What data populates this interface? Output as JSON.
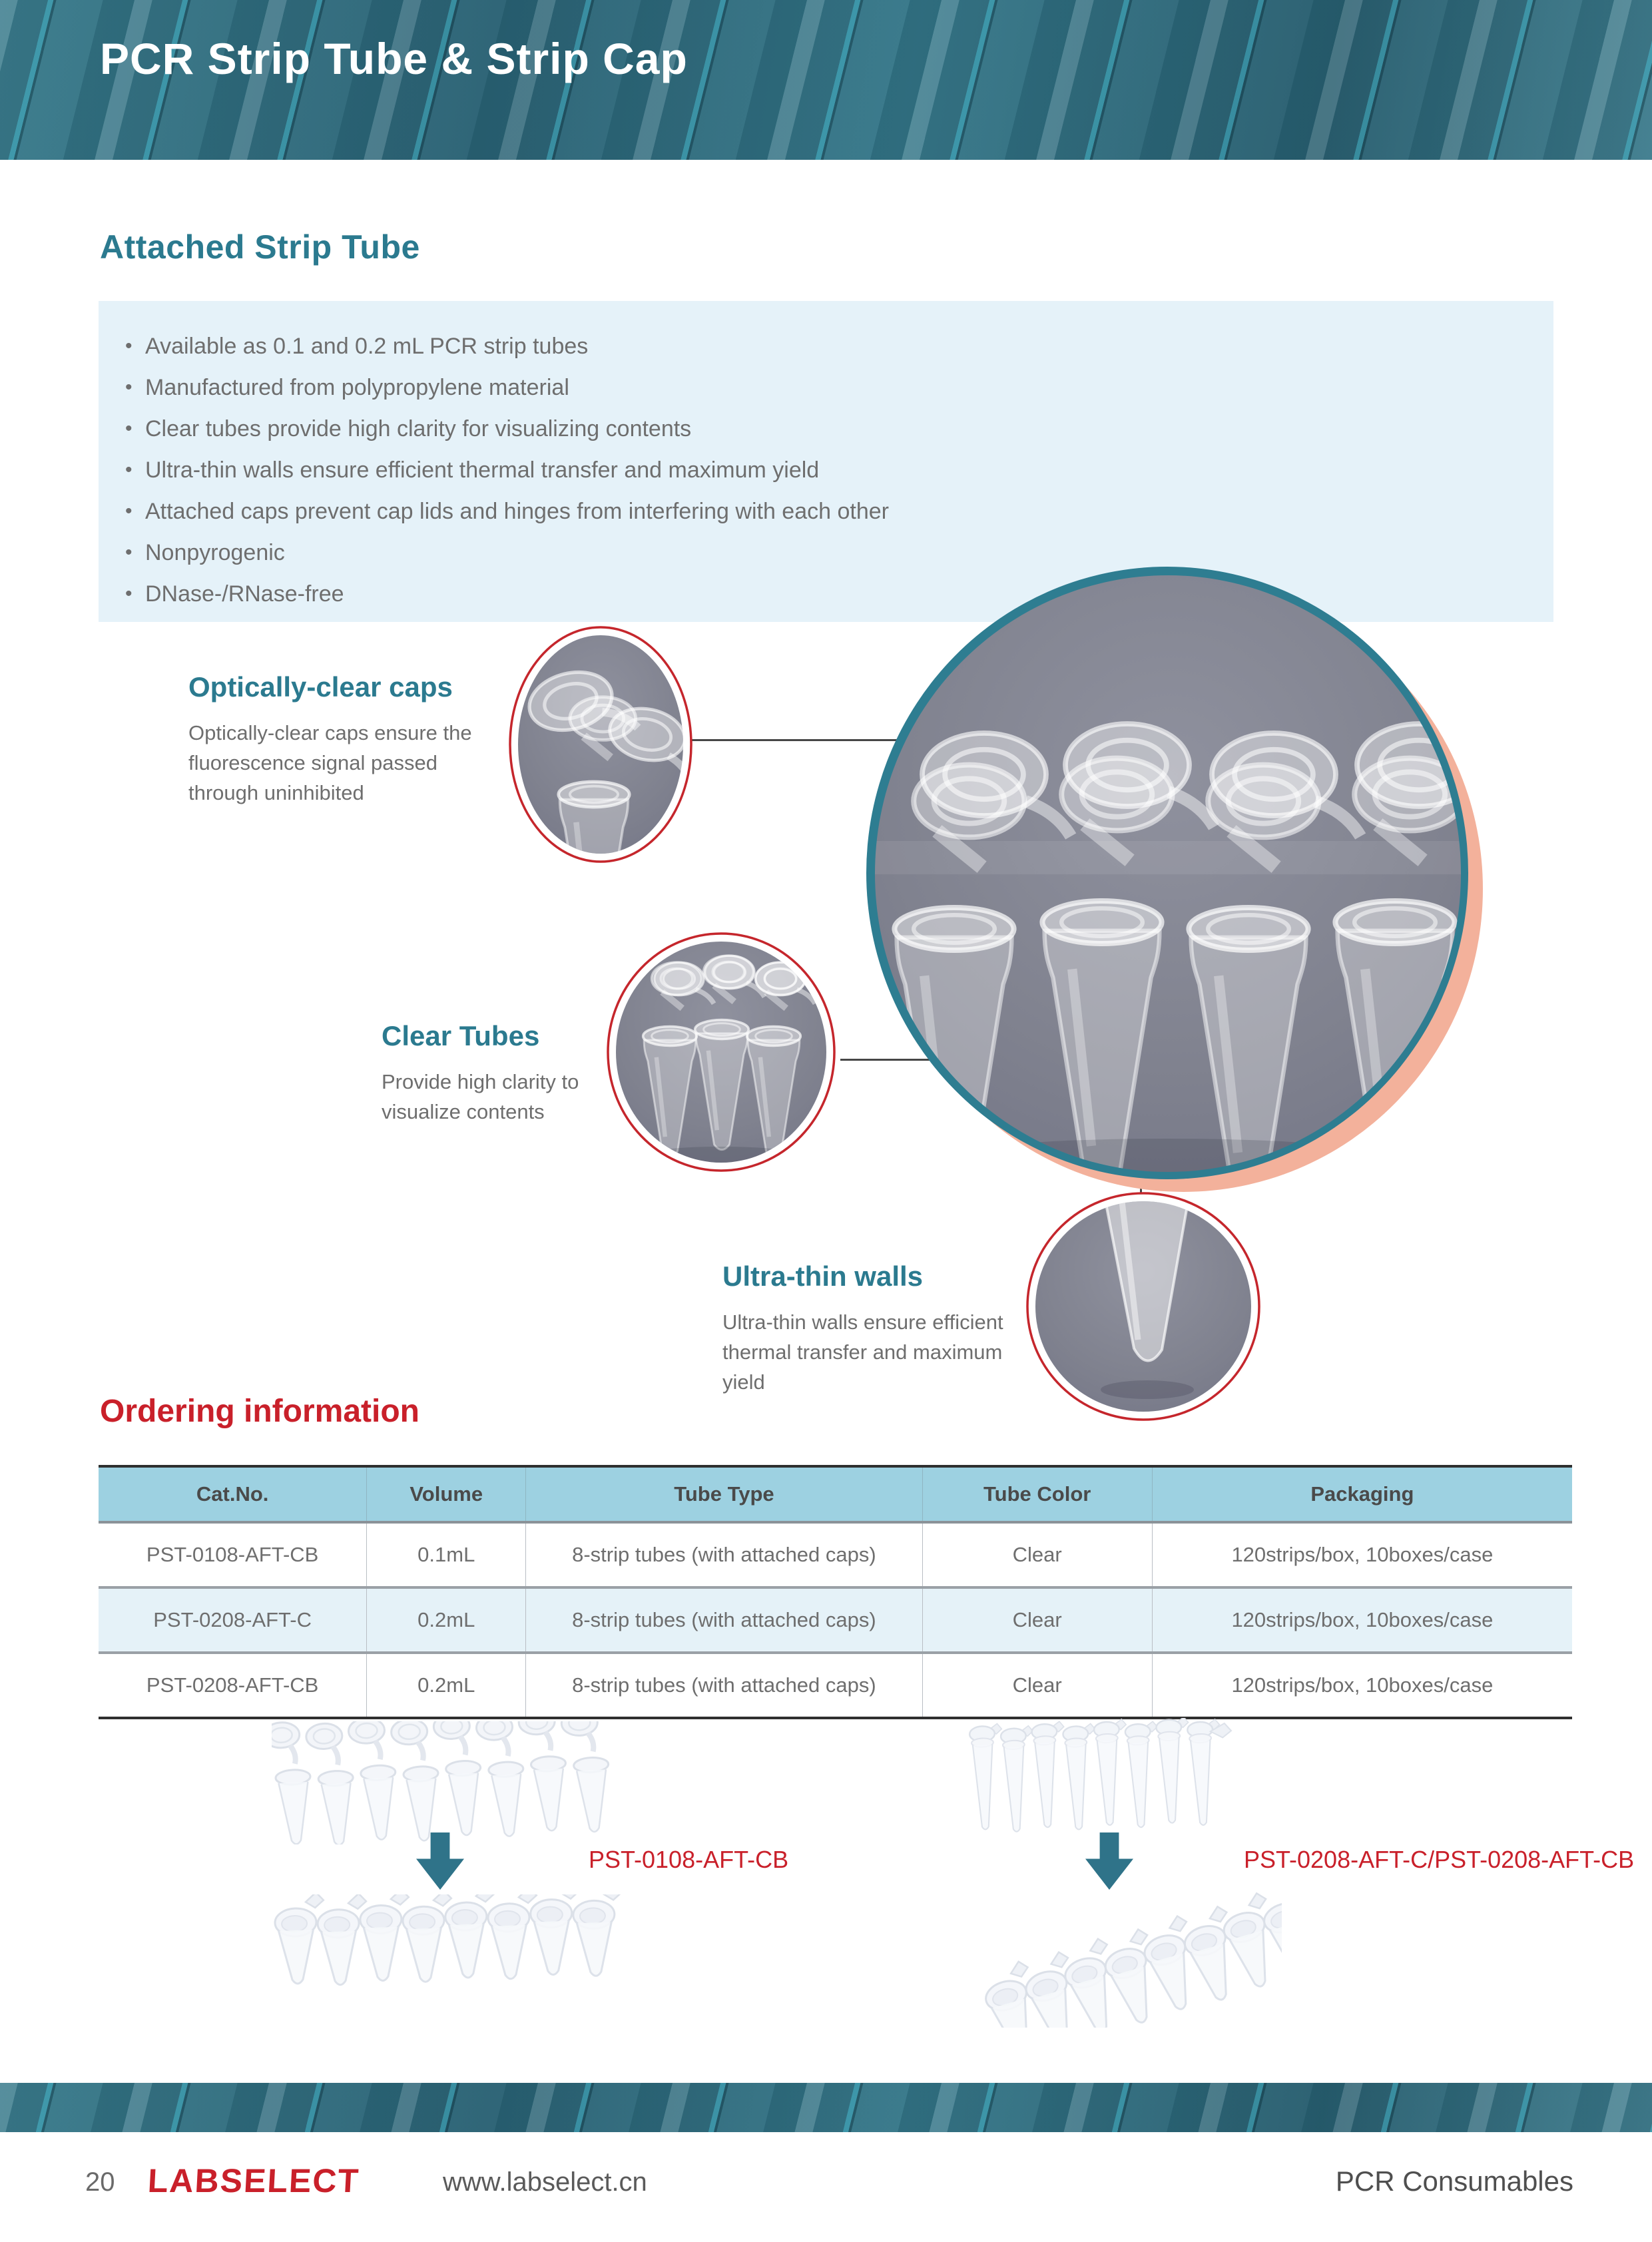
{
  "page": {
    "title": "PCR Strip Tube & Strip Cap",
    "page_number": "20",
    "brand": "LABSELECT",
    "website": "www.labselect.cn",
    "footer_right": "PCR Consumables"
  },
  "section": {
    "heading": "Attached Strip Tube",
    "features": [
      "Available as 0.1 and 0.2 mL PCR strip tubes",
      "Manufactured from polypropylene material",
      "Clear tubes provide high clarity for visualizing contents",
      "Ultra-thin walls ensure efficient thermal transfer and maximum yield",
      "Attached caps prevent cap lids and hinges from interfering with each other",
      "Nonpyrogenic",
      "DNase-/RNase-free"
    ]
  },
  "callouts": [
    {
      "title": "Optically-clear caps",
      "body": "Optically-clear caps ensure the fluorescence signal passed through uninhibited"
    },
    {
      "title": "Clear Tubes",
      "body": "Provide high clarity to visualize contents"
    },
    {
      "title": "Ultra-thin walls",
      "body": "Ultra-thin walls ensure efficient thermal transfer and maximum yield"
    }
  ],
  "ordering": {
    "heading": "Ordering information",
    "table": {
      "headers": [
        "Cat.No.",
        "Volume",
        "Tube Type",
        "Tube Color",
        "Packaging"
      ],
      "rows": [
        [
          "PST-0108-AFT-CB",
          "0.1mL",
          "8-strip tubes (with attached caps)",
          "Clear",
          "120strips/box, 10boxes/case"
        ],
        [
          "PST-0208-AFT-C",
          "0.2mL",
          "8-strip tubes (with attached caps)",
          "Clear",
          "120strips/box, 10boxes/case"
        ],
        [
          "PST-0208-AFT-CB",
          "0.2mL",
          "8-strip tubes (with attached caps)",
          "Clear",
          "120strips/box, 10boxes/case"
        ]
      ]
    },
    "product_labels": [
      "PST-0108-AFT-CB",
      "PST-0208-AFT-C/PST-0208-AFT-CB"
    ]
  },
  "colors": {
    "teal_band": "#31707f",
    "teal_heading": "#2b7a8f",
    "red_accent": "#c9202a",
    "feature_box_bg": "#e5f2f9",
    "table_header_bg": "#9dd1e1",
    "table_alt_row_bg": "#e5f2f8",
    "body_text": "#6e6e6e",
    "photo_background": "#7e8090",
    "salmon_shadow": "#f3b19b",
    "arrow_teal": "#2f7389"
  }
}
